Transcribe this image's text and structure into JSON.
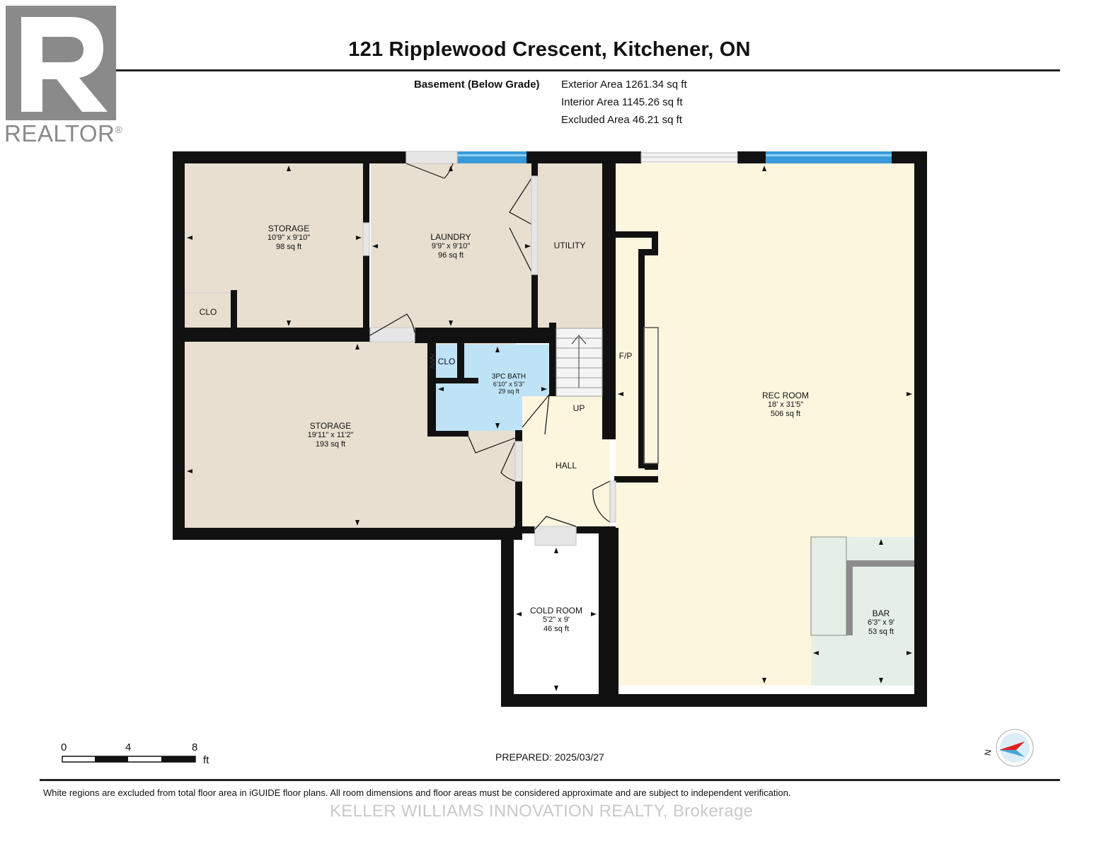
{
  "header": {
    "title": "121 Ripplewood Crescent, Kitchener, ON",
    "level": "Basement (Below Grade)",
    "exterior_area": "Exterior Area 1261.34 sq ft",
    "interior_area": "Interior Area 1145.26 sq ft",
    "excluded_area": "Excluded Area 46.21 sq ft"
  },
  "logo": {
    "word": "REALTOR",
    "mark": "®"
  },
  "rooms": {
    "storage_top": {
      "name": "STORAGE",
      "dims": "10'9\" x 9'10\"",
      "area": "98 sq ft"
    },
    "laundry": {
      "name": "LAUNDRY",
      "dims": "9'9\" x 9'10\"",
      "area": "96 sq ft"
    },
    "utility": {
      "name": "UTILITY"
    },
    "rec_room": {
      "name": "REC ROOM",
      "dims": "18' x 31'5\"",
      "area": "506 sq ft"
    },
    "clo_1": {
      "name": "CLO"
    },
    "clo_2": {
      "name": "CLO"
    },
    "bath": {
      "name": "3PC BATH",
      "dims": "6'10\" x 5'3\"",
      "area": "29 sq ft"
    },
    "storage_bottom": {
      "name": "STORAGE",
      "dims": "19'11\" x 11'2\"",
      "area": "193 sq ft"
    },
    "fireplace": {
      "name": "F/P"
    },
    "stairs": {
      "name": "UP"
    },
    "hall": {
      "name": "HALL"
    },
    "cold_room": {
      "name": "COLD ROOM",
      "dims": "5'2\" x 9'",
      "area": "46 sq ft"
    },
    "bar": {
      "name": "BAR",
      "dims": "6'3\" x 9'",
      "area": "53 sq ft"
    }
  },
  "scale": {
    "labels": [
      "0",
      "4",
      "8"
    ],
    "unit": "ft"
  },
  "compass": {
    "label": "N"
  },
  "prepared": "PREPARED: 2025/03/27",
  "footer": "White regions are excluded from total floor area in iGUIDE floor plans. All room dimensions and floor areas must be considered approximate and are subject to independent verification.",
  "brokerage": "KELLER WILLIAMS INNOVATION REALTY, Brokerage",
  "colors": {
    "wall": "#111111",
    "storage": "#e8dfd0",
    "laundry": "#e8dfd0",
    "utility": "#e8dfd0",
    "rec": "#fdf6df",
    "hall": "#fdf6df",
    "bath": "#bfe3f6",
    "bar": "#e5efe8",
    "window": "#3a9ad8"
  }
}
